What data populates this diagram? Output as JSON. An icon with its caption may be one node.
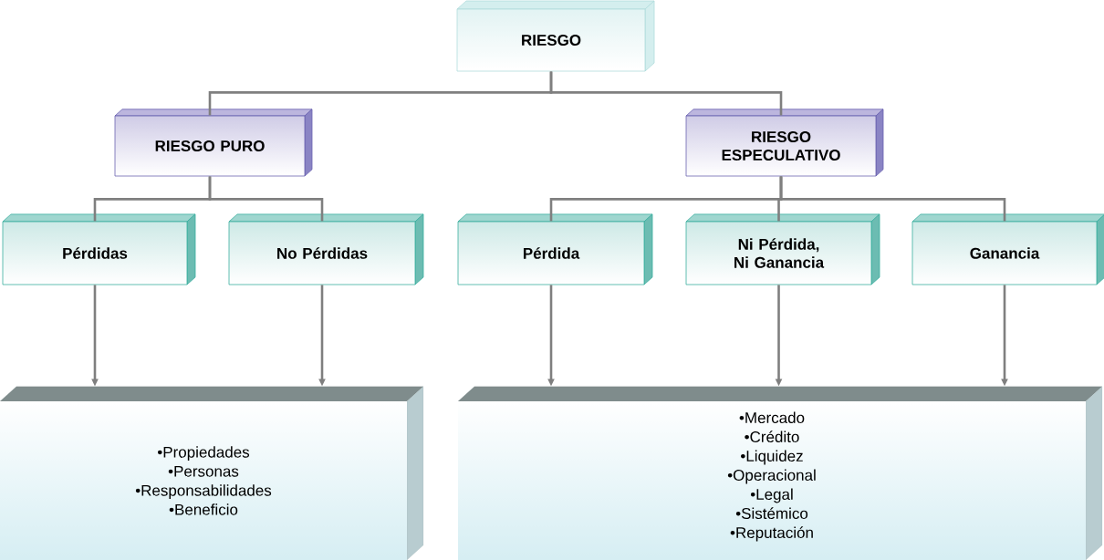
{
  "diagram": {
    "nodes": [
      {
        "text": [
          "RIESGO"
        ]
      },
      {
        "text": [
          "RIESGO PURO"
        ]
      },
      {
        "text": [
          "RIESGO ESPECULATIVO"
        ]
      },
      {
        "text": [
          "Pérdidas"
        ]
      },
      {
        "text": [
          "No Pérdidas"
        ]
      },
      {
        "text": [
          "Pérdida"
        ]
      },
      {
        "text": [
          "Ni Pérdida, Ni Ganancia"
        ]
      },
      {
        "text": [
          "Ganancia"
        ]
      },
      {
        "text": [
          "•Propiedades",
          "•Personas",
          "•Responsabilidades",
          "•Beneficio"
        ]
      },
      {
        "text": [
          "•Mercado",
          "•Crédito",
          "•Liquidez",
          "•Operacional",
          "•Legal",
          "•Sistémico",
          "•Reputación"
        ]
      }
    ],
    "edges": [
      {
        "from": 0,
        "to": 1,
        "arrow": "none"
      },
      {
        "from": 0,
        "to": 2,
        "arrow": "none"
      },
      {
        "from": 1,
        "to": 3,
        "arrow": "none"
      },
      {
        "from": 1,
        "to": 4,
        "arrow": "none"
      },
      {
        "from": 2,
        "to": 5,
        "arrow": "none"
      },
      {
        "from": 2,
        "to": 6,
        "arrow": "none"
      },
      {
        "from": 2,
        "to": 7,
        "arrow": "none"
      },
      {
        "from": 3,
        "to": 8,
        "arrow": "to"
      },
      {
        "from": 4,
        "to": 8,
        "arrow": "to"
      },
      {
        "from": 5,
        "to": 9,
        "arrow": "to"
      },
      {
        "from": 6,
        "to": 9,
        "arrow": "to"
      },
      {
        "from": 7,
        "to": 9,
        "arrow": "to"
      }
    ]
  }
}
